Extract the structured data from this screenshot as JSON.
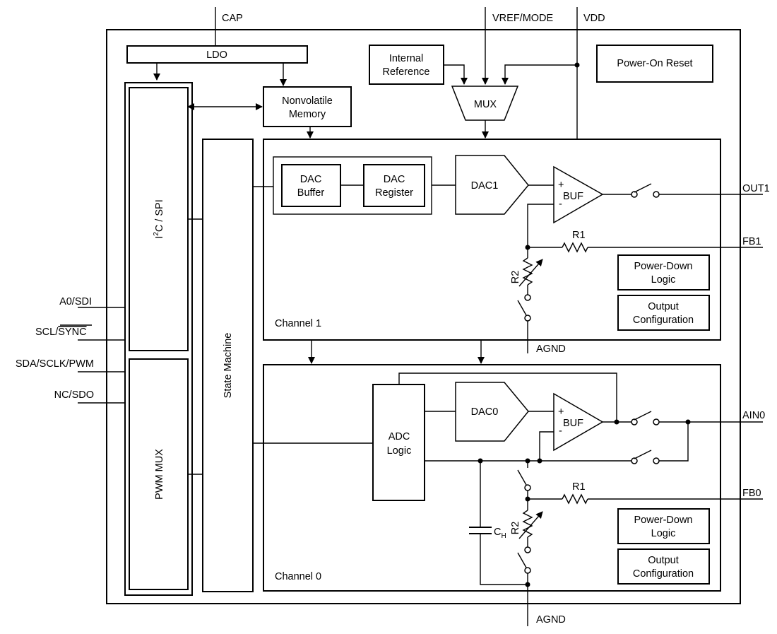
{
  "pins": {
    "cap": "CAP",
    "vref_mode": "VREF/MODE",
    "vdd": "VDD",
    "out1": "OUT1",
    "fb1": "FB1",
    "ain0": "AIN0",
    "fb0": "FB0",
    "a0_sdi": "A0/SDI",
    "scl": "SCL/",
    "sync": "SYNC",
    "sda": "SDA/SCLK/PWM",
    "nc_sdo": "NC/SDO",
    "agnd_ch1": "AGND",
    "agnd_ch0": "AGND"
  },
  "blocks": {
    "ldo": "LDO",
    "nvm_line1": "Nonvolatile",
    "nvm_line2": "Memory",
    "iref_line1": "Internal",
    "iref_line2": "Reference",
    "mux": "MUX",
    "por": "Power-On Reset",
    "i2c_i": "I",
    "i2c_sup": "2",
    "i2c_rest": "C / SPI",
    "pwm_mux": "PWM MUX",
    "state_machine": "State Machine"
  },
  "channel1": {
    "label": "Channel 1",
    "dac_buffer_1": "DAC",
    "dac_buffer_2": "Buffer",
    "dac_register_1": "DAC",
    "dac_register_2": "Register",
    "dac": "DAC1",
    "buf": "BUF",
    "plus": "+",
    "minus": "-",
    "r1": "R1",
    "r2": "R2",
    "pdl_1": "Power-Down",
    "pdl_2": "Logic",
    "oc_1": "Output",
    "oc_2": "Configuration"
  },
  "channel0": {
    "label": "Channel 0",
    "adc_1": "ADC",
    "adc_2": "Logic",
    "dac": "DAC0",
    "buf": "BUF",
    "plus": "+",
    "minus": "-",
    "r1": "R1",
    "r2": "R2",
    "ch": "C",
    "ch_sub": "H",
    "pdl_1": "Power-Down",
    "pdl_2": "Logic",
    "oc_1": "Output",
    "oc_2": "Configuration"
  }
}
